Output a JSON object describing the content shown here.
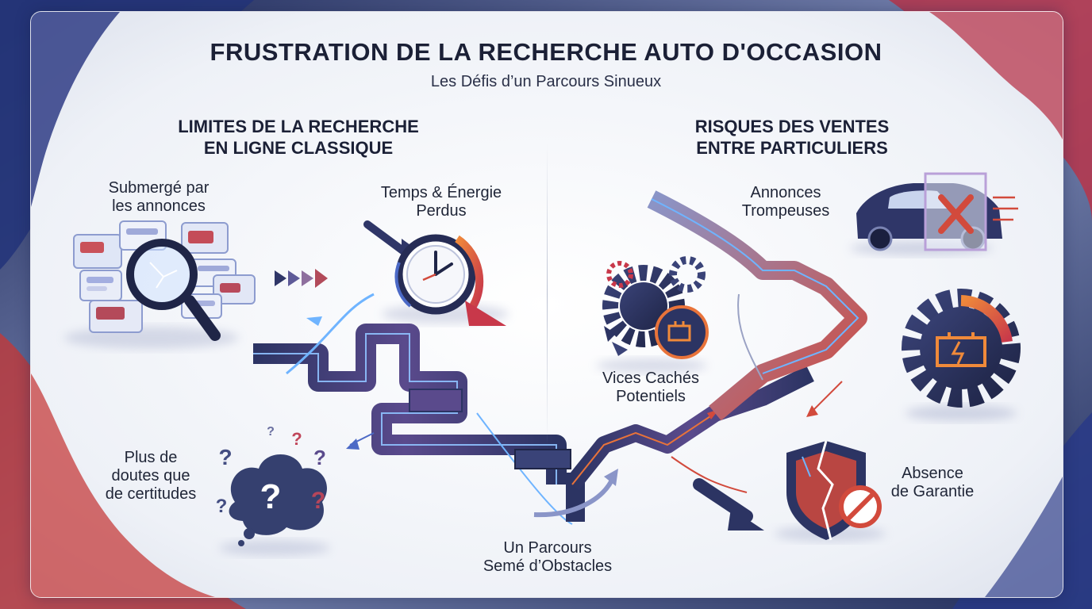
{
  "header": {
    "title": "FRUSTRATION DE LA RECHERCHE AUTO D'OCCASION",
    "subtitle": "Les Défis d’un Parcours Sinueux"
  },
  "left_section": {
    "heading_line1": "LIMITES DE LA RECHERCHE",
    "heading_line2": "EN LIGNE CLASSIQUE",
    "items": [
      {
        "line1": "Submergé par",
        "line2": "les annonces",
        "icon": "magnifier-over-listings-icon"
      },
      {
        "line1": "Temps & Énergie",
        "line2": "Perdus",
        "icon": "clock-icon"
      },
      {
        "line1": "Plus de",
        "line2": "doutes que",
        "line3": "de certitudes",
        "icon": "question-cloud-icon"
      }
    ]
  },
  "right_section": {
    "heading_line1": "RISQUES DES VENTES",
    "heading_line2": "ENTRE PARTICULIERS",
    "items": [
      {
        "line1": "Annonces",
        "line2": "Trompeuses",
        "icon": "car-with-x-icon"
      },
      {
        "line1": "Vices Cachés",
        "line2": "Potentiels",
        "icon": "broken-gears-engine-icon"
      },
      {
        "line1": "Absence",
        "line2": "de Garantie",
        "icon": "broken-shield-icon"
      }
    ],
    "extra_icon": "engine-warning-gear-icon"
  },
  "center": {
    "line1": "Un Parcours",
    "line2": "Semé d’Obstacles",
    "icon": "winding-path-arrows"
  },
  "colors": {
    "navy": "#2c3463",
    "purple": "#5a4a8c",
    "accent_red": "#d24a3c",
    "orange": "#e8733a",
    "blue_glow": "#6fb4ff",
    "panel_bg": "#f1f3f8"
  }
}
